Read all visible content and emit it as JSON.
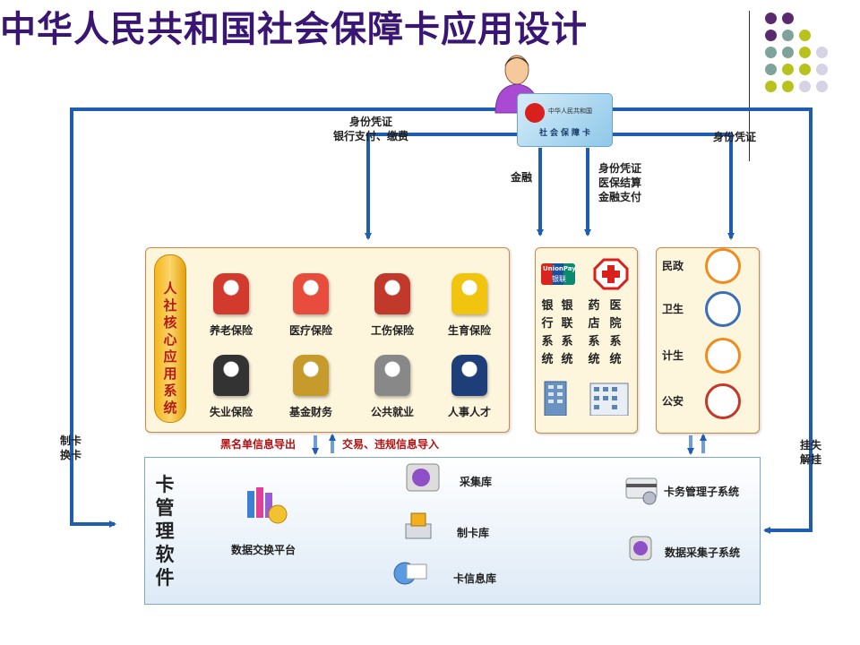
{
  "title": "中华人民共和国社会保障卡应用设计",
  "card": {
    "line1": "中华人民共和国",
    "line2": "社会保障卡"
  },
  "flows": {
    "left_top": [
      "身份凭证",
      "银行支付、缴费"
    ],
    "finance": "金融",
    "middle": [
      "身份凭证",
      "医保结算",
      "金融支付"
    ],
    "right_top": "身份凭证",
    "left_side": [
      "制卡",
      "换卡"
    ],
    "right_side": [
      "挂失",
      "解挂"
    ],
    "export": "黑名单信息导出",
    "import": "交易、违规信息导入"
  },
  "core_system": {
    "label": "人社核心应用系统",
    "items": [
      "养老保险",
      "医疗保险",
      "工伤保险",
      "生育保险",
      "失业保险",
      "基金财务",
      "公共就业",
      "人事人才"
    ]
  },
  "bank_panel": {
    "unionpay": "UnionPay",
    "unionpay_cn": "银联",
    "columns": [
      "银行系统",
      "银联系统",
      "药店系统",
      "医院系统"
    ]
  },
  "gov_panel": {
    "items": [
      "民政",
      "卫生",
      "计生",
      "公安"
    ]
  },
  "card_mgmt": {
    "label": "卡管理软件",
    "exchange": "数据交换平台",
    "collect_db": "采集库",
    "make_db": "制卡库",
    "info_db": "卡信息库",
    "service_sub": "卡务管理子系统",
    "collect_sub": "数据采集子系统"
  },
  "colors": {
    "title": "#3a1673",
    "flow": "#1f5db1",
    "panel_border": "#c98a4a",
    "accent_red": "#b31212",
    "dots": [
      "#5a2a6e",
      "#7fa39a",
      "#b8c21c",
      "#d6d3e6"
    ]
  }
}
